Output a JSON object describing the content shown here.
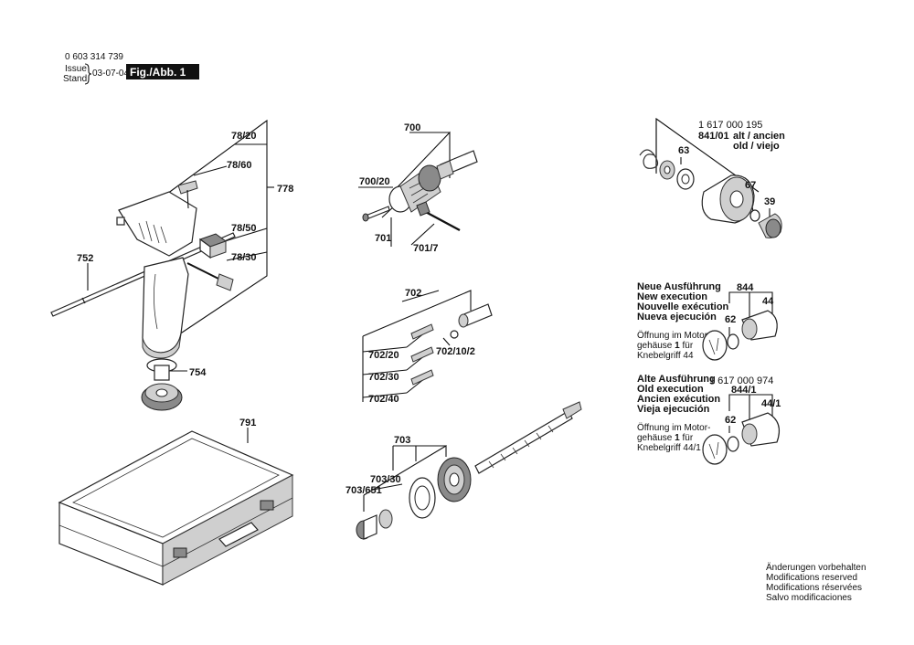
{
  "header": {
    "part_number": "0 603 314 739",
    "issue_label": "Issue",
    "stand_label": "Stand",
    "issue_date": "03-07-04",
    "figure_label": "Fig./Abb. 1"
  },
  "callouts": {
    "c78_20": "78/20",
    "c78_60": "78/60",
    "c778": "778",
    "c78_50": "78/50",
    "c78_30": "78/30",
    "c752": "752",
    "c754": "754",
    "c791": "791",
    "c700": "700",
    "c700_20": "700/20",
    "c701": "701",
    "c701_7": "701/7",
    "c702": "702",
    "c702_20": "702/20",
    "c702_30": "702/30",
    "c702_40": "702/40",
    "c702_10_2": "702/10/2",
    "c703": "703",
    "c703_30": "703/30",
    "c703_651": "703/651",
    "c1617_195": "1 617 000 195",
    "c841_01": "841/01",
    "c63": "63",
    "c67": "67",
    "c39": "39",
    "c844": "844",
    "c44": "44",
    "c62a": "62",
    "c1617_974": "1 617 000 974",
    "c844_1": "844/1",
    "c44_1": "44/1",
    "c62b": "62"
  },
  "labels": {
    "alt_ancien": "alt / ancien",
    "old_viejo": "old / viejo"
  },
  "new_execution": {
    "lines": [
      "Neue Ausführung",
      "New execution",
      "Nouvelle exécution",
      "Nueva ejecución"
    ],
    "note": [
      "Öffnung im Motor-",
      "gehäuse ",
      "1",
      " für",
      "Knebelgriff 44"
    ]
  },
  "old_execution": {
    "lines": [
      "Alte Ausführung",
      "Old execution",
      "Ancien exécution",
      "Vieja ejecución"
    ],
    "note": [
      "Öffnung im Motor-",
      "gehäuse ",
      "1",
      " für",
      "Knebelgriff 44/1"
    ]
  },
  "footer": {
    "lines": [
      "Änderungen vorbehalten",
      "Modifications reserved",
      "Modifications réservées",
      "Salvo modificaciones"
    ]
  }
}
